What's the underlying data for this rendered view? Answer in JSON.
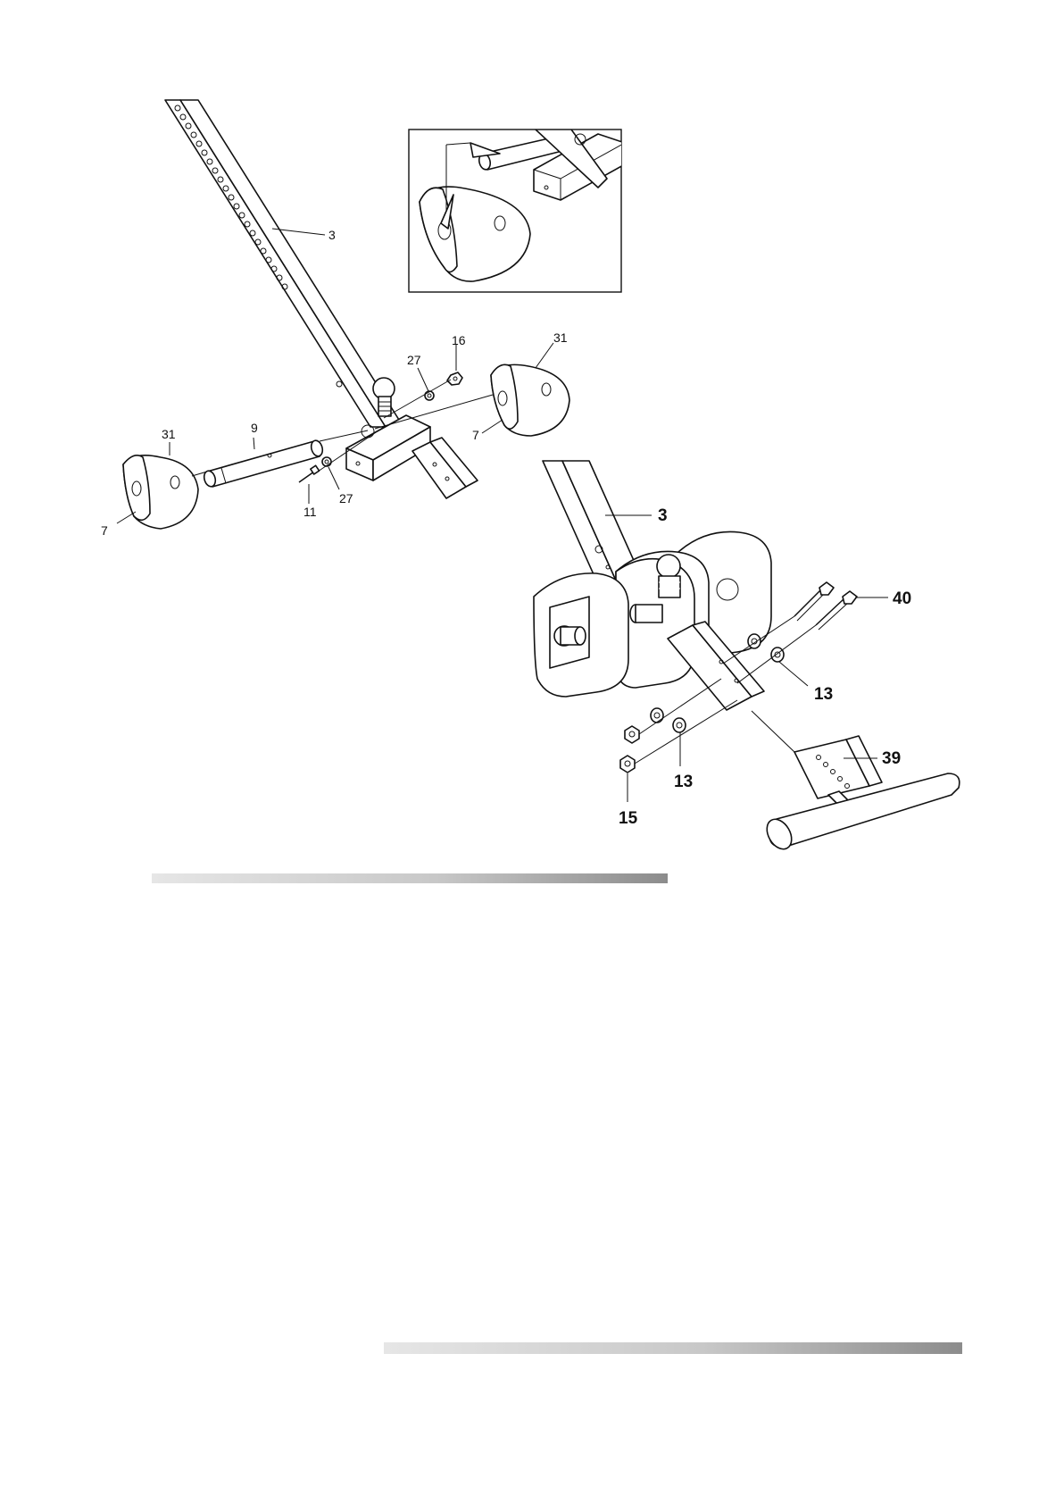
{
  "step1": {
    "callouts": {
      "rail": "3",
      "cap_left": "31",
      "cap_right": "31",
      "axle": "9",
      "washer_top": "27",
      "washer_bottom": "27",
      "nut": "16",
      "screw": "11",
      "bushing_left": "7",
      "bushing_right": "7"
    }
  },
  "step2": {
    "callouts": {
      "rail": "3",
      "bolt": "40",
      "washer_upper": "13",
      "washer_lower": "13",
      "foot_bar": "39",
      "nut": "15"
    }
  },
  "colors": {
    "ink": "#111111",
    "bar_light": "#e6e6e6",
    "bar_dark": "#8c8c8c"
  }
}
